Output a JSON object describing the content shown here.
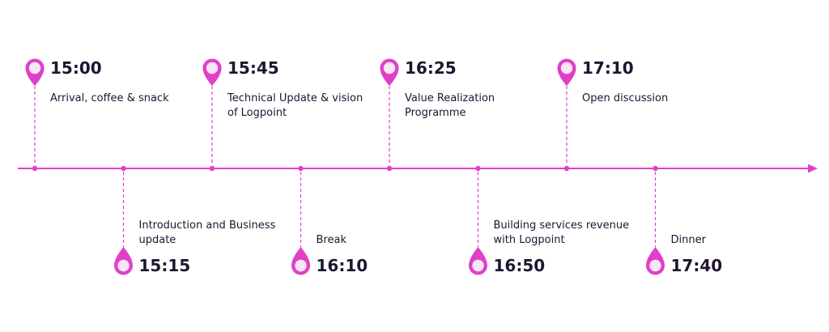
{
  "colors": {
    "accent": "#e040c8",
    "pin_fill": "#f8e6f6",
    "text": "#1f1530"
  },
  "events": [
    {
      "time": "15:00",
      "description": [
        "Arrival, coffee & snack"
      ],
      "side": "top"
    },
    {
      "time": "15:15",
      "description": [
        "Introduction and Business",
        "update"
      ],
      "side": "bottom"
    },
    {
      "time": "15:45",
      "description": [
        "Technical Update & vision",
        "of Logpoint"
      ],
      "side": "top"
    },
    {
      "time": "16:10",
      "description": [
        "Break"
      ],
      "side": "bottom"
    },
    {
      "time": "16:25",
      "description": [
        "Value Realization",
        "Programme"
      ],
      "side": "top"
    },
    {
      "time": "16:50",
      "description": [
        "Building services revenue",
        "with Logpoint"
      ],
      "side": "bottom"
    },
    {
      "time": "17:10",
      "description": [
        "Open discussion"
      ],
      "side": "top"
    },
    {
      "time": "17:40",
      "description": [
        "Dinner"
      ],
      "side": "bottom"
    }
  ]
}
